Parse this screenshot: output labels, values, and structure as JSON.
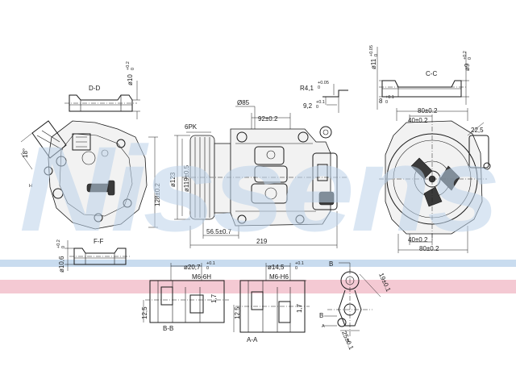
{
  "watermark": {
    "text": "Nissens",
    "color": "#bcd3ea"
  },
  "band_colors": {
    "blue": "#c9dcef",
    "pink": "#f4c9d3"
  },
  "sections": {
    "dd": "D-D",
    "ff": "F-F",
    "cc": "C-C",
    "bb": "B-B",
    "aa": "A-A",
    "b_mark": "B",
    "a_mark": "A"
  },
  "dims": {
    "d10_top": "ø10",
    "d10_top_tol": "+0.2",
    "d10_top_tol2": "0",
    "ang18": "18°",
    "d106": "ø10,6",
    "d106_tol": "+0.2",
    "d106_tol2": "0",
    "h128": "128±0.2",
    "d123": "ø123",
    "d119": "ø119±0.5",
    "pk": "6PK",
    "w565": "56.5±0.7",
    "w219": "219",
    "d85": "Ø85",
    "w92": "92±0.2",
    "r41": "R4,1",
    "r41_tol": "+0.05",
    "r41_tol2": "0",
    "w92b": "9,2",
    "w92b_tol": "+0.1",
    "w92b_tol2": "0",
    "d11": "ø11",
    "d11_tol": "+0.05",
    "d11_tol2": "0",
    "d9": "ø9",
    "d9_tol": "+0.2",
    "d9_tol2": "0",
    "w8": "8",
    "w8_tol": "+0.1",
    "w8_tol2": "0",
    "w80a": "80±0.2",
    "w40a": "40±0.2",
    "r225": "22,5",
    "w40b": "40±0.2",
    "w80b": "80±0.2",
    "d207": "ø20,7",
    "d207_tol": "+0.1",
    "d207_tol2": "0",
    "m6a": "M6-6H",
    "h125a": "12,5",
    "h17a": "1,7",
    "d145": "ø14,5",
    "d145_tol": "+0.1",
    "d145_tol2": "0",
    "m6b": "M6-H6",
    "h125b": "12,5",
    "h17b": "1,7",
    "w19": "19±0.1",
    "w25": "25±0.1"
  }
}
